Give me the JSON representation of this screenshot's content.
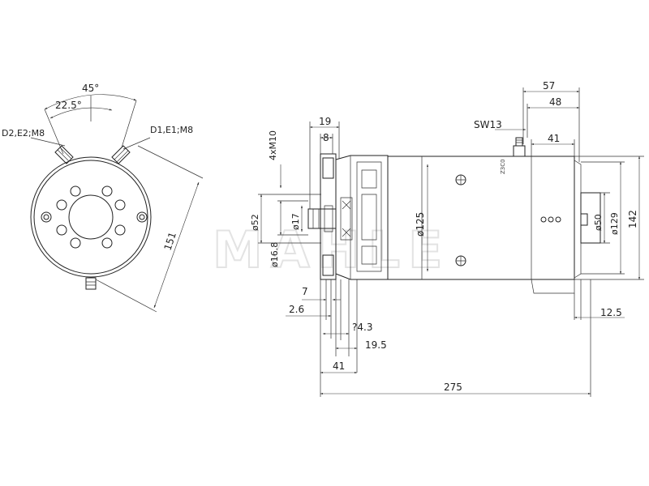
{
  "watermark": "MAHLE",
  "front_view": {
    "angle_outer": "45°",
    "angle_inner": "22.5°",
    "terminal_left": "D2,E2;M8",
    "terminal_right": "D1,E1;M8",
    "diameter": "151"
  },
  "side_view": {
    "top_57": "57",
    "top_48": "48",
    "wrench": "SW13",
    "right_41": "41",
    "flange_19": "19",
    "flange_8": "8",
    "bolts": "4xM10",
    "dia_52": "ø52",
    "dia_17": "ø17",
    "dia_16_8": "ø16.8",
    "dia_125": "ø125",
    "dia_50": "ø50",
    "dia_129": "ø129",
    "height_142": "142",
    "d7": "7",
    "d2_6": "2.6",
    "d4_3": "?4.3",
    "d19_5": "19.5",
    "bottom_41": "41",
    "right_12_5": "12.5",
    "total_275": "275",
    "body_mark": "Z3C0"
  }
}
